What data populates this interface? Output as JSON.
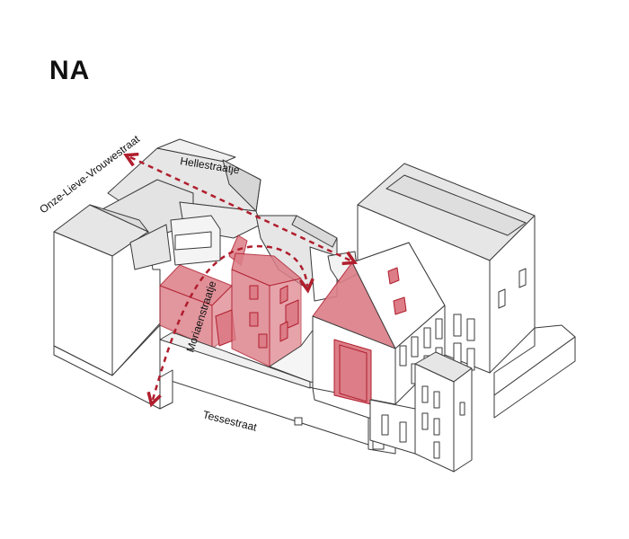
{
  "title": "NA",
  "labels": {
    "onze_lieve_vrouwestraat": "Onze-Lieve-Vrouwestraat",
    "hellestraatje": "Hellestraatje",
    "moriaenstraatje": "Moriaenstraatje",
    "tessestraat": "Tessestraat"
  },
  "colors": {
    "highlight_fill": "#dc7d87",
    "highlight_stroke": "#b01e2d",
    "building_fill": "#e6e6e6",
    "wall_fill": "#ffffff",
    "route_color": "#b01e2d"
  }
}
